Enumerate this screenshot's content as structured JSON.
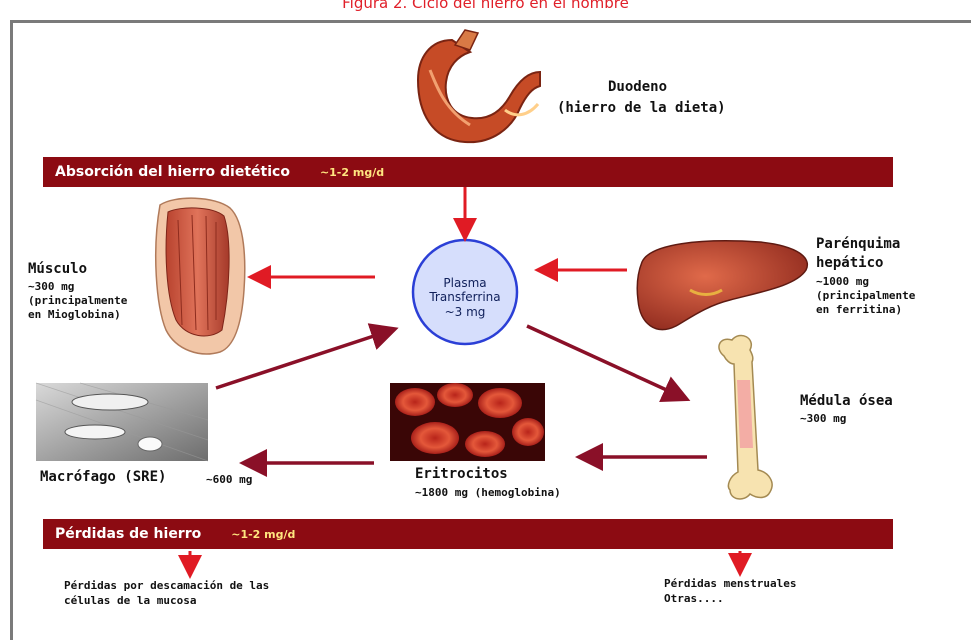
{
  "caption": "Figura 2. Ciclo del hierro en el hombre",
  "absorption_band": {
    "title": "Absorción del hierro dietético",
    "rate": "~1-2 mg/d"
  },
  "loss_band": {
    "title": "Pérdidas de hierro",
    "rate": "~1-2 mg/d"
  },
  "duodeno": {
    "name": "Duodeno",
    "detail": "(hierro de la dieta)"
  },
  "plasma": {
    "line1": "Plasma",
    "line2": "Transferrina",
    "line3": "~3 mg"
  },
  "musculo": {
    "name": "Músculo",
    "amount": "~300 mg",
    "detail1": "(principalmente",
    "detail2": "en Mioglobina)"
  },
  "higado": {
    "name1": "Parénquima",
    "name2": "hepático",
    "amount": "~1000 mg",
    "detail1": "(principalmente",
    "detail2": "en ferritina)"
  },
  "medula": {
    "name": "Médula ósea",
    "amount": "~300 mg"
  },
  "macrofago": {
    "name": "Macrófago (SRE)",
    "amount": "~600 mg"
  },
  "eritrocitos": {
    "name": "Eritrocitos",
    "amount": "~1800 mg (hemoglobina)"
  },
  "loss_left": {
    "line1": "Pérdidas por descamación de las",
    "line2": "células de la mucosa"
  },
  "loss_right": {
    "line1": "Pérdidas menstruales",
    "line2": "Otras...."
  },
  "colors": {
    "band": "#8c0b12",
    "arrow_red": "#e01b24",
    "arrow_dark": "#8a1028",
    "circle_fill": "#d6defc",
    "circle_stroke": "#2b3fd6"
  }
}
